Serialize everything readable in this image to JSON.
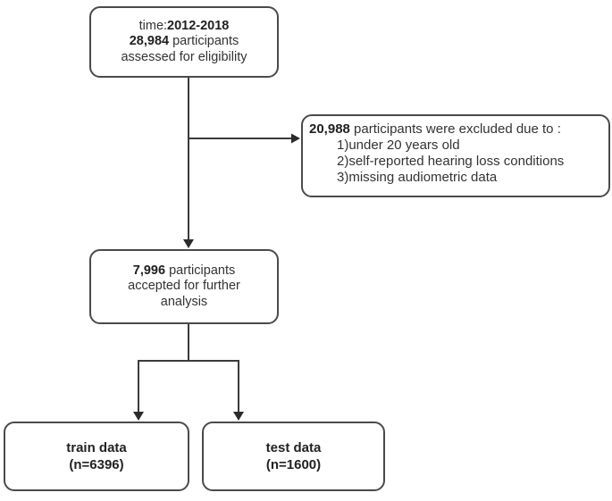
{
  "figure": {
    "background_color": "#ffffff",
    "line_color": "#3b3b3b",
    "border_color": "#4a4a4a",
    "boxes": {
      "eligibility": {
        "time_label": "time:",
        "time_value": "2012-2018",
        "count": "28,984",
        "count_suffix": " participants",
        "line3": "assessed for eligibility"
      },
      "excluded": {
        "count": "20,988",
        "heading_suffix": " participants were excluded due to :",
        "reasons": [
          "1)under 20 years old",
          "2)self-reported hearing loss conditions",
          "3)missing audiometric data"
        ]
      },
      "accepted": {
        "count": "7,996",
        "count_suffix": " participants",
        "line2": "accepted for further",
        "line3": "analysis"
      },
      "train": {
        "title": "train data",
        "n": "(n=6396)"
      },
      "test": {
        "title": "test data",
        "n": "(n=1600)"
      }
    }
  }
}
